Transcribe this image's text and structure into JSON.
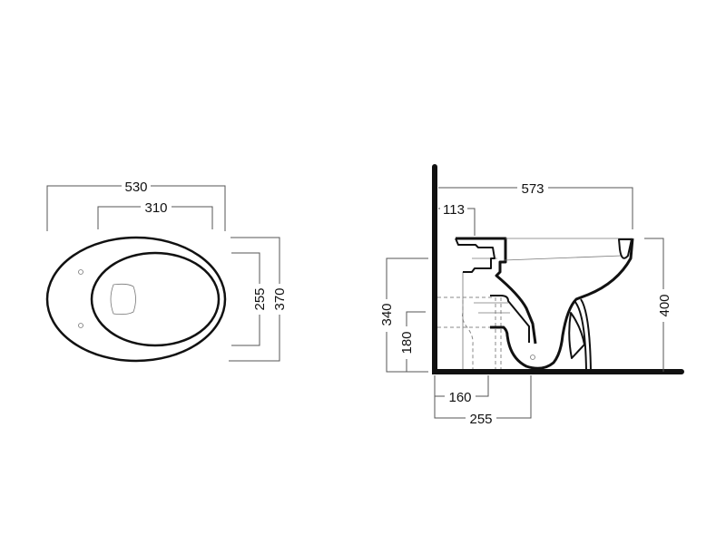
{
  "top_view": {
    "overall_width": "530",
    "bowl_width": "310",
    "bowl_depth": "255",
    "overall_depth": "370"
  },
  "side_view": {
    "overall_length": "573",
    "inlet_offset": "113",
    "inlet_height": "340",
    "outlet_height": "180",
    "rim_height": "400",
    "outlet_centre": "160",
    "floor_outlet": "255"
  }
}
